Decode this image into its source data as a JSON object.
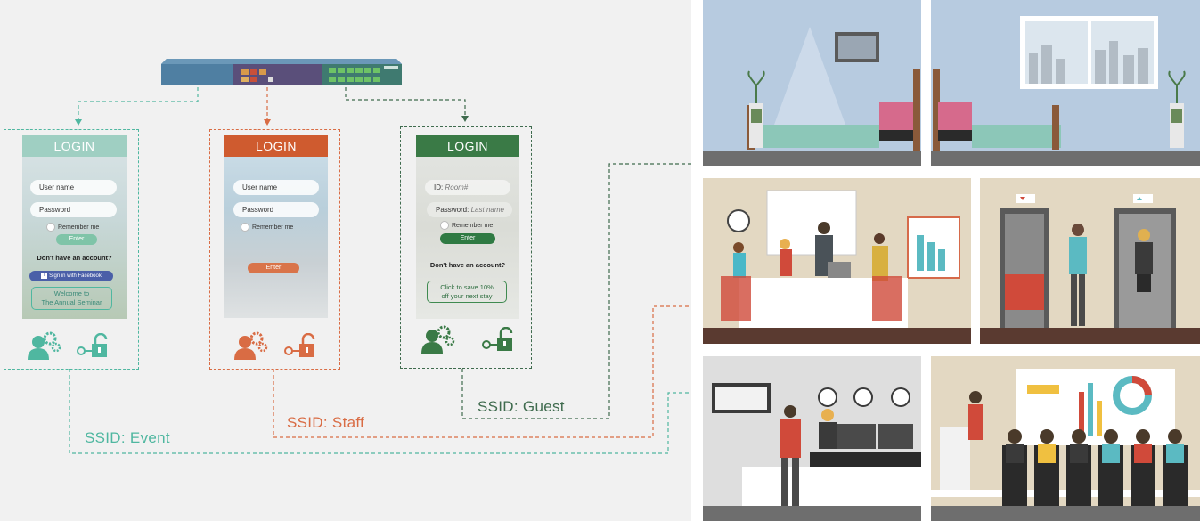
{
  "colors": {
    "event": "#4fb7a0",
    "staff": "#d96c44",
    "guest": "#3f6b4e",
    "guest_head": "#3a7a46",
    "event_head": "#9fcfc2",
    "staff_head": "#cf5b2f"
  },
  "switch": {
    "icon": "network-switch-icon"
  },
  "portals": {
    "event": {
      "login": "LOGIN",
      "username": "User name",
      "password": "Password",
      "remember": "Remember me",
      "enter": "Enter",
      "no_account": "Don't have an account?",
      "facebook": "Sign in with Facebook",
      "welcome_line1": "Welcome to",
      "welcome_line2": "The Annual Seminar"
    },
    "staff": {
      "login": "LOGIN",
      "username": "User name",
      "password": "Password",
      "remember": "Remember me",
      "enter": "Enter"
    },
    "guest": {
      "login": "LOGIN",
      "id_label": "ID:",
      "id_hint": "Room#",
      "password_label": "Password:",
      "password_hint": "Last name",
      "remember": "Remember me",
      "enter": "Enter",
      "no_account": "Don't have an account?",
      "promo_line1": "Click to save 10%",
      "promo_line2": "off your next stay"
    }
  },
  "ssid": {
    "event": "SSID: Event",
    "staff": "SSID: Staff",
    "guest": "SSID: Guest"
  },
  "scenes": [
    "hotel-room-scene",
    "city-view-room-scene",
    "meeting-room-scene",
    "elevator-lobby-scene",
    "reception-desk-scene",
    "seminar-hall-scene"
  ]
}
